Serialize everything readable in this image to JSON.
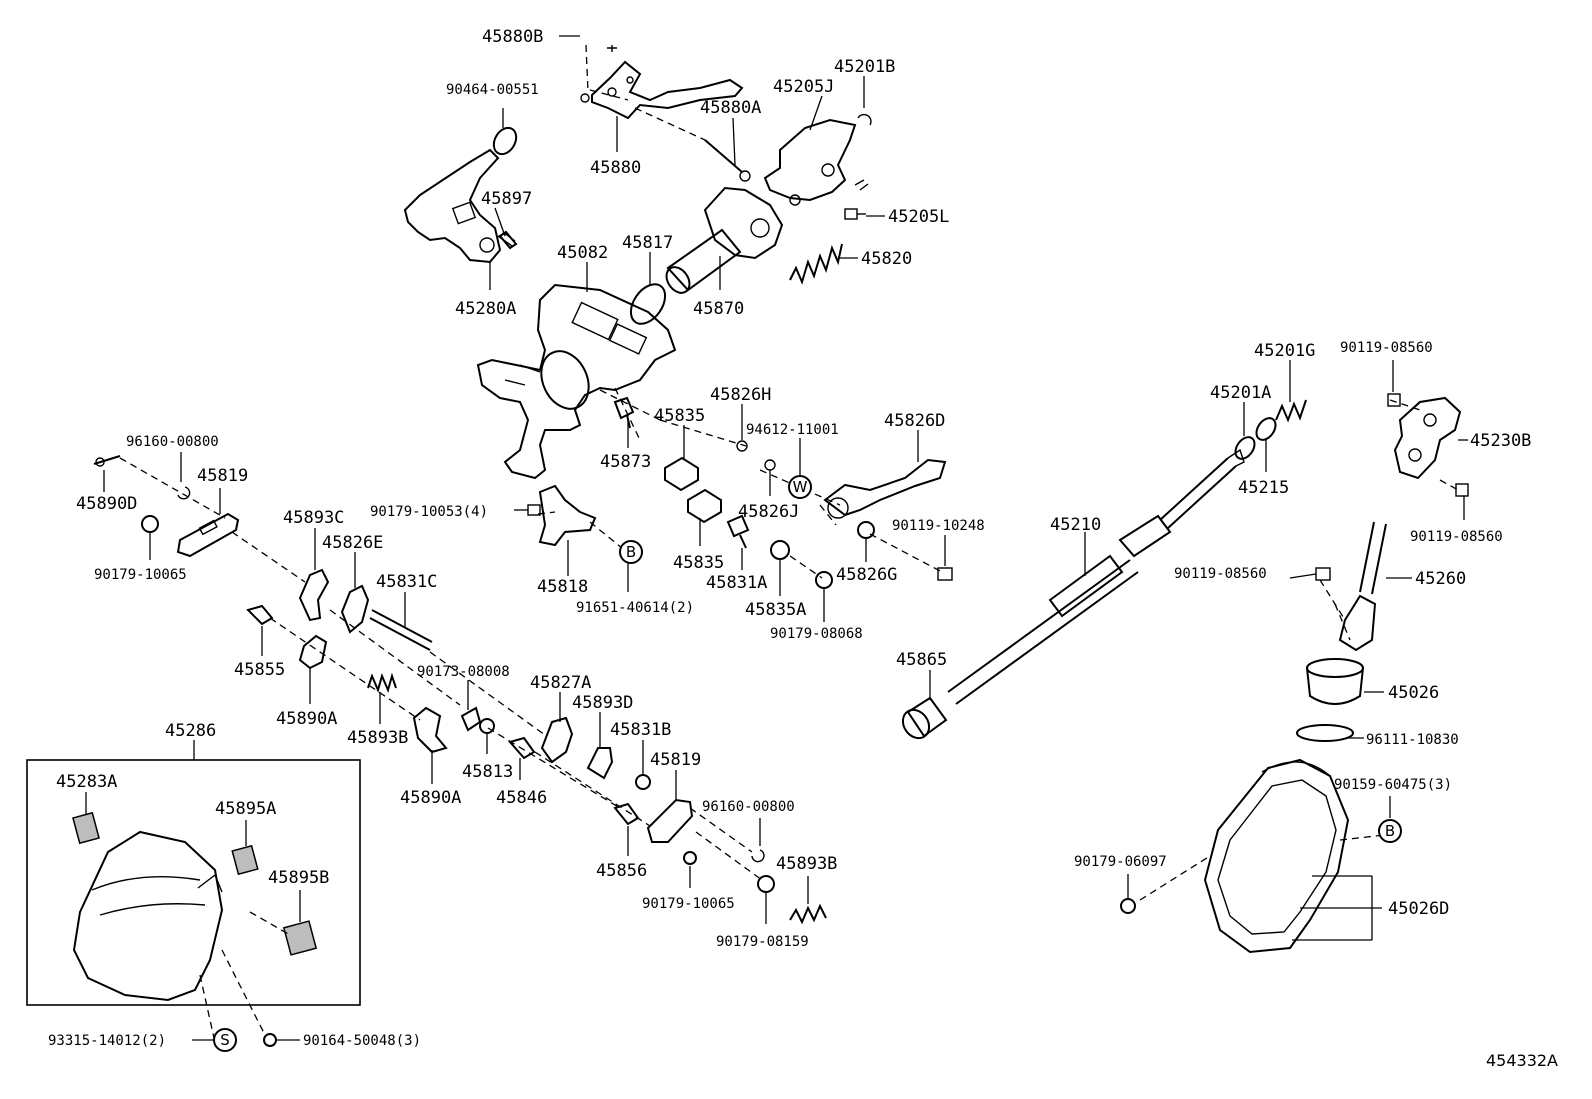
{
  "diagram_id": "454332A",
  "labels": {
    "l45880B": "45880B",
    "l90464_00551": "90464-00551",
    "l45880": "45880",
    "l45880A": "45880A",
    "l45201B": "45201B",
    "l45205J": "45205J",
    "l45897": "45897",
    "l45280A": "45280A",
    "l45082": "45082",
    "l45817": "45817",
    "l45870": "45870",
    "l45205L": "45205L",
    "l45820": "45820",
    "l45201G": "45201G",
    "l90119_08560_a": "90119-08560",
    "l45201A": "45201A",
    "l45230B": "45230B",
    "l45215": "45215",
    "l90119_08560_b": "90119-08560",
    "l45826H": "45826H",
    "l94612_11001": "94612-11001",
    "l45826D": "45826D",
    "l45835_a": "45835",
    "l45873": "45873",
    "l45826J": "45826J",
    "l90179_10053": "90179-10053(4)",
    "l90119_10248": "90119-10248",
    "l96160_00800_a": "96160-00800",
    "l45819_a": "45819",
    "l45890D": "45890D",
    "l45893C": "45893C",
    "l90179_10065_a": "90179-10065",
    "l45826E": "45826E",
    "l45818": "45818",
    "l45835_b": "45835",
    "l45831A": "45831A",
    "l45826G": "45826G",
    "l45210": "45210",
    "l90119_08560_c": "90119-08560",
    "l45260": "45260",
    "l45831C": "45831C",
    "l91651_40614": "91651-40614(2)",
    "l45835A": "45835A",
    "l90179_08068": "90179-08068",
    "l45855": "45855",
    "l45865": "45865",
    "l90173_08008": "90173-08008",
    "l45827A": "45827A",
    "l45026": "45026",
    "l45890A_a": "45890A",
    "l45893D": "45893D",
    "l45286": "45286",
    "l45893B_a": "45893B",
    "l45813": "45813",
    "l45831B": "45831B",
    "l96111_10830": "96111-10830",
    "l45819_b": "45819",
    "l45846": "45846",
    "l45890A_b": "45890A",
    "l45283A": "45283A",
    "l45895A": "45895A",
    "l96160_00800_b": "96160-00800",
    "l90159_60475": "90159-60475(3)",
    "l45856": "45856",
    "l45893B_b": "45893B",
    "l45895B": "45895B",
    "l90179_10065_b": "90179-10065",
    "l90179_06097": "90179-06097",
    "l45026D": "45026D",
    "l90179_08159": "90179-08159",
    "l93315_14012": "93315-14012(2)",
    "l90164_50048": "90164-50048(3)"
  },
  "callouts": {
    "w": "W",
    "b1": "B",
    "b2": "B",
    "s": "S"
  }
}
